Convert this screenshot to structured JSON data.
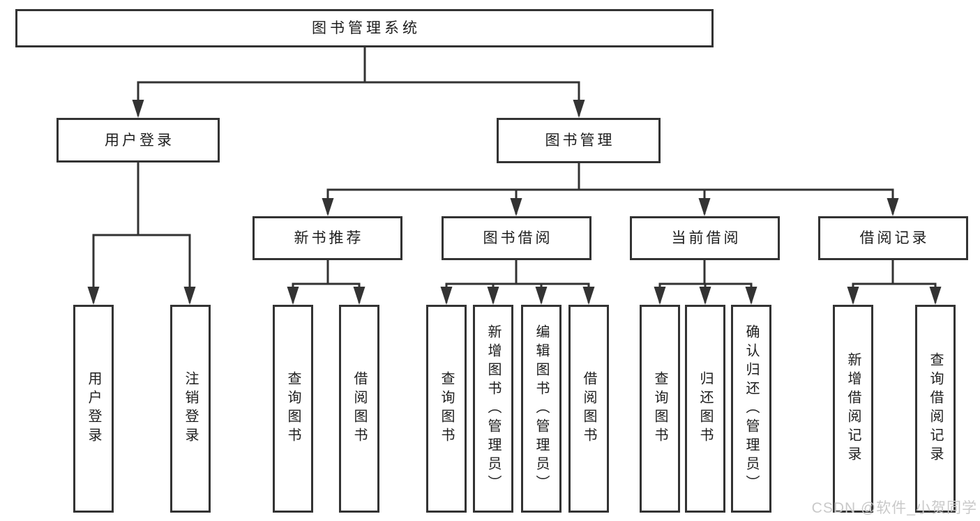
{
  "diagram": {
    "title": "图书管理系统",
    "branches": {
      "user_login": "用户登录",
      "book_mgmt": "图书管理"
    },
    "user_login_children": [
      "用户登录",
      "注销登录"
    ],
    "modules": [
      "新书推荐",
      "图书借阅",
      "当前借阅",
      "借阅记录"
    ],
    "new_book_children": [
      "查询图书",
      "借阅图书"
    ],
    "book_borrow_children": [
      "查询图书",
      "新增图书（管理员）",
      "编辑图书（管理员）",
      "借阅图书"
    ],
    "current_borrow_children": [
      "查询图书",
      "归还图书",
      "确认归还（管理员）"
    ],
    "borrow_record_children": [
      "新增借阅记录",
      "查询借阅记录"
    ]
  },
  "watermark": "CSDN @软件_小贺同学",
  "colors": {
    "line": "#333333",
    "box_border": "#333333",
    "box_fill": "#ffffff",
    "text": "#1d1d1d",
    "watermark": "#c9c9c9",
    "background": "#ffffff"
  }
}
